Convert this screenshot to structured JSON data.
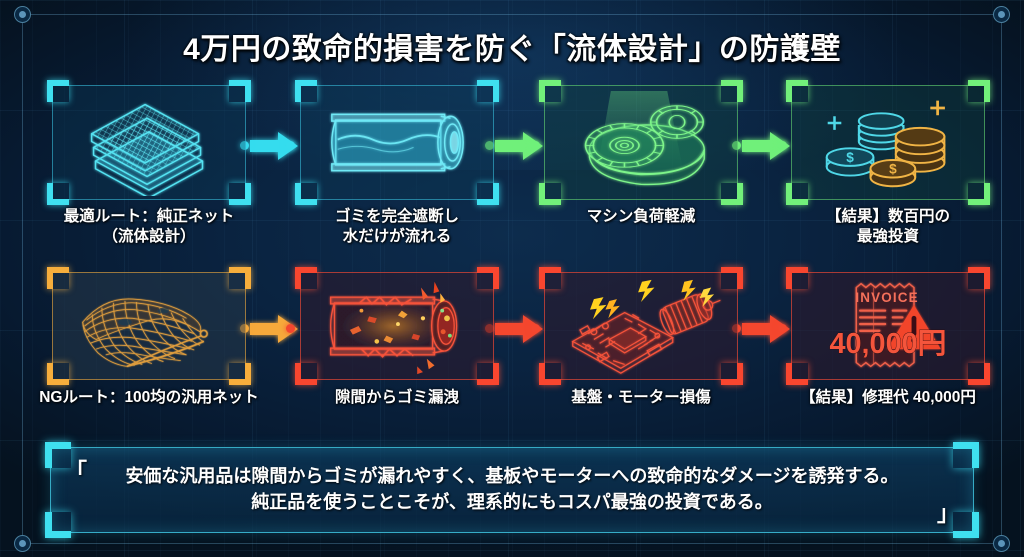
{
  "title": "4万円の致命的損害を防ぐ「流体設計」の防護壁",
  "theme": {
    "cyan": "#3fe0f0",
    "green": "#72f07a",
    "orange": "#f7ae3c",
    "red": "#f9462f",
    "background": "#0a2340",
    "text": "#ffffff"
  },
  "top_row": {
    "name": "optimal-route-flow",
    "panels": [
      {
        "icon": "mesh-filter-stack-icon",
        "caption": "最適ルート：純正ネット\n（流体設計）",
        "accent": "cyan"
      },
      {
        "icon": "clean-water-pipe-icon",
        "caption": "ゴミを完全遮断し\n水だけが流れる",
        "accent": "cyan"
      },
      {
        "icon": "gears-machine-icon",
        "caption": "マシン負荷軽減",
        "accent": "green"
      },
      {
        "icon": "coins-stack-icon",
        "caption": "【結果】数百円の\n最強投資",
        "accent": "green"
      }
    ],
    "arrows": [
      "cyan",
      "green",
      "green"
    ]
  },
  "bottom_row": {
    "name": "ng-route-flow",
    "panels": [
      {
        "icon": "generic-net-wireframe-icon",
        "caption": "NGルート：100均の汎用ネット",
        "accent": "orange"
      },
      {
        "icon": "leaking-debris-pipe-icon",
        "caption": "隙間からゴミ漏洩",
        "accent": "red"
      },
      {
        "icon": "damaged-board-motor-icon",
        "caption": "基盤・モーター損傷",
        "accent": "red"
      },
      {
        "icon": "invoice-warning-icon",
        "caption": "【結果】修理代 40,000円",
        "accent": "red"
      }
    ],
    "arrows": [
      "orange",
      "red",
      "red"
    ],
    "invoice": {
      "header": "INVOICE",
      "amount": "40,000円"
    }
  },
  "summary": {
    "line1": "安価な汎用品は隙間からゴミが漏れやすく、基板やモーターへの致命的なダメージを誘発する。",
    "line2": "純正品を使うことこそが、理系的にもコスパ最強の投資である。",
    "open_quote": "「",
    "close_quote": "」"
  }
}
